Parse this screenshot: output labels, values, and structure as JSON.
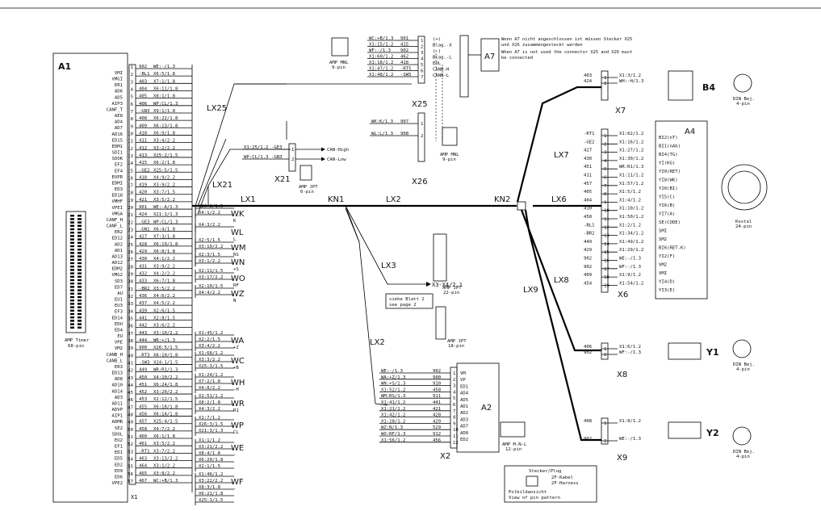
{
  "labels": {
    "A1": "A1",
    "A2": "A2",
    "A7": "A7",
    "B4": "B4",
    "A4": "A4",
    "X1": "X1",
    "X2": "X2",
    "X6": "X6",
    "X7": "X7",
    "X8": "X8",
    "X9": "X9",
    "X21": "X21",
    "X25": "X25",
    "X26": "X26",
    "Y1": "Y1",
    "Y2": "Y2",
    "KN1": "KN1",
    "KN2": "KN2",
    "LX1": "LX1",
    "LX2a": "LX2",
    "LX2b": "LX2",
    "LX3": "LX3",
    "LX6": "LX6",
    "LX7": "LX7",
    "LX8": "LX8",
    "LX9": "LX9",
    "LX21": "LX21",
    "LX25": "LX25"
  },
  "a1_pins": [
    "VMI",
    "VMGI",
    "ER1",
    "AD6",
    "AD5",
    "AIP3",
    "CANF_T",
    "AE8",
    "AD4",
    "AD7",
    "AD16",
    "ED15",
    "EDM1",
    "SDI1",
    "SDOK",
    "EF2",
    "EF4",
    "EUPR",
    "EDMI",
    "ED3",
    "ED18",
    "VMHF",
    "VPEI",
    "VMGA",
    "CANF_H",
    "CANF_L",
    "ER2",
    "ED12",
    "AD2",
    "AD1",
    "AD13",
    "AD12",
    "EDM2",
    "VMG2",
    "SD3",
    "ED7",
    "AU",
    "EU1",
    "EU3",
    "EF3",
    "ED14",
    "EDU",
    "ED4",
    "EU",
    "VPE",
    "VM2",
    "CANB_H",
    "CANB_L",
    "ER3",
    "ED13",
    "AD8",
    "AD10",
    "AD14",
    "AD3",
    "AD11",
    "ADVP",
    "AIP1",
    "ADMR",
    "SE2",
    "SDOL",
    "EU2",
    "EF1",
    "ED1",
    "ED5",
    "ED2",
    "ED9",
    "ED6",
    "VPE2"
  ],
  "x1_wires": [
    "WE:-/1.3",
    "X6:5/1.8",
    "X7:1/1.8",
    "X6:11/1.8",
    "X8:1/1.8",
    "WP:CL/1.3",
    "X9:1/1.8",
    "X6:22/1.8",
    "X6:13/1.8",
    "X6:9/1.8",
    "X3:4/2.2",
    "X3:2/2.2",
    "X25:2/1.5",
    "X6:2/1.8",
    "X25:5/1.5",
    "X4:9/2.2",
    "X3:9/2.2",
    "X3:7/1.5",
    "X3:5/2.2",
    "WE:-A/1.3",
    "X21:1/1.3",
    "WP:CL/1.3",
    "X6:4/1.8",
    "X7:3/1.8",
    "X6:19/1.8",
    "X6:8/1.8",
    "X4:1/2.2",
    "X3:9/2.2",
    "X4:2/2.2",
    "X6:7/1.8",
    "X3:5/2.2",
    "X4:6/2.2",
    "X4:5/2.2",
    "X2:6/1.5",
    "X2:8/1.5",
    "X3:6/2.2",
    "X3:10/2.2",
    "WR:+/1.3",
    "X26:5/1.5",
    "X6:10/1.8",
    "X24:1/1.5",
    "WR:R1/1.3",
    "X4:10/2.2",
    "X6:24/1.8",
    "X3:20/2.2",
    "X2:12/1.5",
    "X6:18/1.8",
    "X6:14/1.8",
    "X25:4/1.5",
    "X4:7/2.2",
    "X6:1/1.8",
    "X3:5/2.2",
    "X3:7/2.2",
    "X3:13/2.2",
    "X3:1/2.2",
    "X3:8/2.2",
    "WC:+B/1.3"
  ],
  "x1_numbers": [
    "902",
    "-BL1",
    "403",
    "404",
    "405",
    "406",
    "-GN3",
    "408",
    "409",
    "410",
    "411",
    "412",
    "413",
    "415",
    "-GE2",
    "418",
    "419",
    "420",
    "421",
    "901",
    "424",
    "-GE3",
    "-GN1",
    "427",
    "428",
    "429",
    "430",
    "431",
    "432",
    "433",
    "-BR2",
    "436",
    "437",
    "439",
    "441",
    "442",
    "443",
    "444",
    "900",
    "-RT3",
    "-SW3",
    "449",
    "450",
    "451",
    "452",
    "453",
    "455",
    "456",
    "457",
    "458",
    "460",
    "461",
    "-RT1",
    "463",
    "464",
    "465",
    "467",
    "901"
  ],
  "group_labels": [
    {
      "label": "WK",
      "sub": "K"
    },
    {
      "label": "WL",
      "sub": "L"
    },
    {
      "label": "WM",
      "sub": "RS"
    },
    {
      "label": "WN",
      "sub": "+S"
    },
    {
      "label": "WO",
      "sub": "RF"
    },
    {
      "label": "WZ",
      "sub": "N"
    },
    {
      "label": "WA",
      "sub": "+Z"
    },
    {
      "label": "WC",
      "sub": "+B"
    },
    {
      "label": "WH",
      "sub": "-H"
    },
    {
      "label": "WR",
      "sub": "R1"
    },
    {
      "label": "WP",
      "sub": "CL"
    },
    {
      "label": "WE",
      "sub": "-"
    },
    {
      "label": "WF",
      "sub": "-"
    }
  ],
  "group_wires": [
    [
      "X26:2/1.5",
      "X4:1/2.2"
    ],
    [
      "X4:3/2.2"
    ],
    [
      "X2:5/1.5",
      "X3:10/2.2"
    ],
    [
      "X2:3/1.5",
      "X3:1/2.2"
    ],
    [
      "X2:11/1.5",
      "X3:17/2.2"
    ],
    [
      "X2:10/1.5",
      "X4:4/2.2"
    ],
    [
      "X1:45/1.2",
      "X2:2/1.5",
      "X3:4/2.2"
    ],
    [
      "X1:68/1.2",
      "X3:3/2.2",
      "X25:3/1.5"
    ],
    [
      "X1:24/1.2",
      "X7:2/1.8",
      "X4:8/2.2"
    ],
    [
      "X1:51/1.2",
      "X8:2/1.8",
      "X4:3/2.2"
    ],
    [
      "X1:7/1.2",
      "X26:3/1.5",
      "X21:3/1.3"
    ],
    [
      "X1:1/1.2",
      "X3:21/2.2",
      "X8:4/1.8",
      "X6:20/1.8",
      "X2:1/1.5"
    ],
    [
      "X1:46/1.2",
      "X3:22/2.2",
      "X8:3/1.8",
      "X6:21/1.8",
      "X25:1/1.5"
    ]
  ],
  "x2_wires": [
    "WE:-/1.3",
    "WA:+Z/1.3",
    "WN:+S/1.3",
    "X1:52/1.2",
    "WM:RS/1.3",
    "X1:41/1.2",
    "X1:21/1.2",
    "X1:42/1.2",
    "X1:28/1.2",
    "WZ:N/1.3",
    "WO:RF/1.3",
    "X1:56/1.2"
  ],
  "x2_nums": [
    "902",
    "900",
    "910",
    "458",
    "911",
    "441",
    "421",
    "428",
    "429",
    "529",
    "912",
    "456"
  ],
  "a2_pins": [
    "VM",
    "VP",
    "ED1",
    "AD4",
    "AD5",
    "AD1",
    "AD2",
    "AD3",
    "AD7",
    "AD8",
    "ED2"
  ],
  "x25_wires": [
    "WC:+B/1.3",
    "X1:15/1.2",
    "WF:-/1.3",
    "X1:60/1.2",
    "X1:18/1.2",
    "X1:47/1.2",
    "X1:48/1.2"
  ],
  "x25_nums": [
    "901",
    "415",
    "902",
    "462",
    "418",
    "-RT5",
    "-SW5"
  ],
  "x25_sigs": [
    "(+)",
    "Blag.-X",
    "(-)",
    "Blag.-L",
    "EOL",
    "CANB-H",
    "CANB-L"
  ],
  "x26_wires": [
    "WK:K/1.3",
    "WL:L/1.3"
  ],
  "x26_nums": [
    "907",
    "908"
  ],
  "x21_wires": [
    "X1:25/1.2",
    "WP:CL/1.3"
  ],
  "x21_nums": [
    "-GE3",
    "-GN3"
  ],
  "x21_sigs": [
    "CAN-High",
    "CAN-Low"
  ],
  "x6_wires": [
    "X1:62/1.2",
    "X1:16/1.2",
    "X1:27/1.2",
    "X1:30/1.2",
    "WR:R1/1.3",
    "X1:11/1.2",
    "X1:57/1.2",
    "X1:5/1.2",
    "X1:4/1.2",
    "X1:10/1.2",
    "X1:50/1.2",
    "X1:2/1.2",
    "X1:34/1.2",
    "X1:49/1.2",
    "X1:29/1.2",
    "WE:-/1.3",
    "WF:-/1.3",
    "X1:9/1.2",
    "X1:54/1.2"
  ],
  "x6_nums": [
    "-RT1",
    "-GE2",
    "427",
    "430",
    "451",
    "411",
    "457",
    "405",
    "404",
    "410",
    "458",
    "-BL1",
    "-BR2",
    "449",
    "429",
    "902",
    "902",
    "409",
    "454"
  ],
  "a4_pins": [
    "BI2(nT)",
    "BI1(nAb)",
    "BI4(TG)",
    "YI(KG)",
    "YI0(RET)",
    "YI8(WK)",
    "Y20(BI)",
    "YI5(C)",
    "YI6(B)",
    "YI7(A)",
    "SE(CODE)",
    "SMI",
    "SM2",
    "BI6(RET-K)",
    "YI2(F)",
    "VM2",
    "VMI",
    "YI4(D)",
    "YI3(E)"
  ],
  "x7_wires": [
    "X1:3/1.2",
    "WH:-H/1.3"
  ],
  "x7_nums": [
    "403",
    "424"
  ],
  "x8_wires": [
    "X1:6/1.2",
    "WF:-/1.3"
  ],
  "x8_nums": [
    "406",
    "902"
  ],
  "x9_wires": [
    "X1:8/1.2",
    "WE:-/1.3"
  ],
  "x9_nums": [
    "408",
    "902"
  ],
  "notes": {
    "a7_de": "Wenn A7 nicht angeschlossen ist müssen Stecker X25 und X26 zusammengesteckt werden",
    "a7_en": "When A7 is not used the connector X25 and X26 must be connected",
    "lx3_target": "X3-X4/2.1",
    "siehe": "siehe Blatt 2",
    "see": "see page 2",
    "legend_title": "Stecker/Plug",
    "legend_2f_kabel": "2F-Kabel",
    "legend_2f_harness": "2F-Harness",
    "legend_pol1": "Polbildansicht",
    "legend_pol2": "View of pin pattern"
  },
  "connector_captions": {
    "amp_timer_1": "AMP Timer",
    "amp_timer_2": "68-pin",
    "amp_mnl_1": "AMP MNL",
    "amp_mnl_2": "9-pin",
    "amp_mnl2_1": "AMP MNL",
    "amp_mnl2_2": "9-pin",
    "amp_jpt_1": "AMP JPT",
    "amp_jpt_2": "6-pin",
    "amp_jpt22_1": "AMP JPT",
    "amp_jpt22_2": "22-pin",
    "amp_jpt18_1": "AMP JPT",
    "amp_jpt18_2": "18-pin",
    "amp_mnl12_1": "AMP M-N-L",
    "amp_mnl12_2": "12-pin",
    "din_1": "DIN Bej.",
    "din_2": "4-pin",
    "kostal_1": "Kostal",
    "kostal_2": "24-pin",
    "din8_1": "DIN Bej.",
    "din8_2": "4-pin",
    "din9_1": "DIN Bej.",
    "din9_2": "4-pin"
  }
}
